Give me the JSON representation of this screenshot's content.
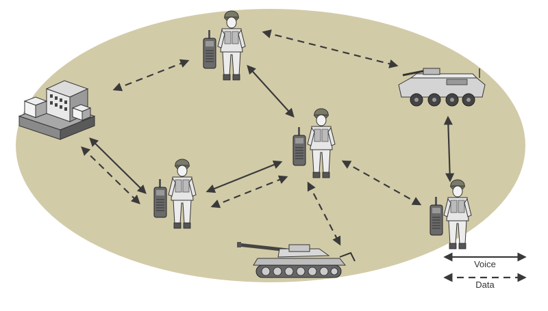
{
  "colors": {
    "field": "#d2cba8",
    "arrow": "#3a3a3a",
    "soldier": "#e4e4e4",
    "gear": "#5b5b5b",
    "vehicle": "#cfcfcf",
    "building": "#bdbdbd"
  },
  "legend": {
    "voice_label": "Voice",
    "data_label": "Data"
  },
  "nodes": [
    {
      "id": "command-post",
      "icon": "building-icon"
    },
    {
      "id": "soldier-top",
      "icon": "soldier-radio-icon"
    },
    {
      "id": "soldier-center",
      "icon": "soldier-radio-icon"
    },
    {
      "id": "soldier-left",
      "icon": "soldier-radio-icon"
    },
    {
      "id": "soldier-right",
      "icon": "soldier-radio-icon"
    },
    {
      "id": "armored-vehicle",
      "icon": "armored-vehicle-icon"
    },
    {
      "id": "artillery-tank",
      "icon": "self-propelled-artillery-icon"
    }
  ],
  "links": [
    {
      "type": "data",
      "from": "command-post",
      "to": "soldier-top"
    },
    {
      "type": "data",
      "from": "soldier-top",
      "to": "armored-vehicle"
    },
    {
      "type": "voice",
      "from": "soldier-top",
      "to": "soldier-center"
    },
    {
      "type": "voice",
      "from": "command-post",
      "to": "soldier-left"
    },
    {
      "type": "data",
      "from": "command-post",
      "to": "soldier-left"
    },
    {
      "type": "voice",
      "from": "soldier-left",
      "to": "soldier-center"
    },
    {
      "type": "data",
      "from": "soldier-left",
      "to": "soldier-center"
    },
    {
      "type": "data",
      "from": "soldier-center",
      "to": "soldier-right"
    },
    {
      "type": "data",
      "from": "soldier-center",
      "to": "artillery-tank"
    },
    {
      "type": "voice",
      "from": "armored-vehicle",
      "to": "soldier-right"
    }
  ]
}
